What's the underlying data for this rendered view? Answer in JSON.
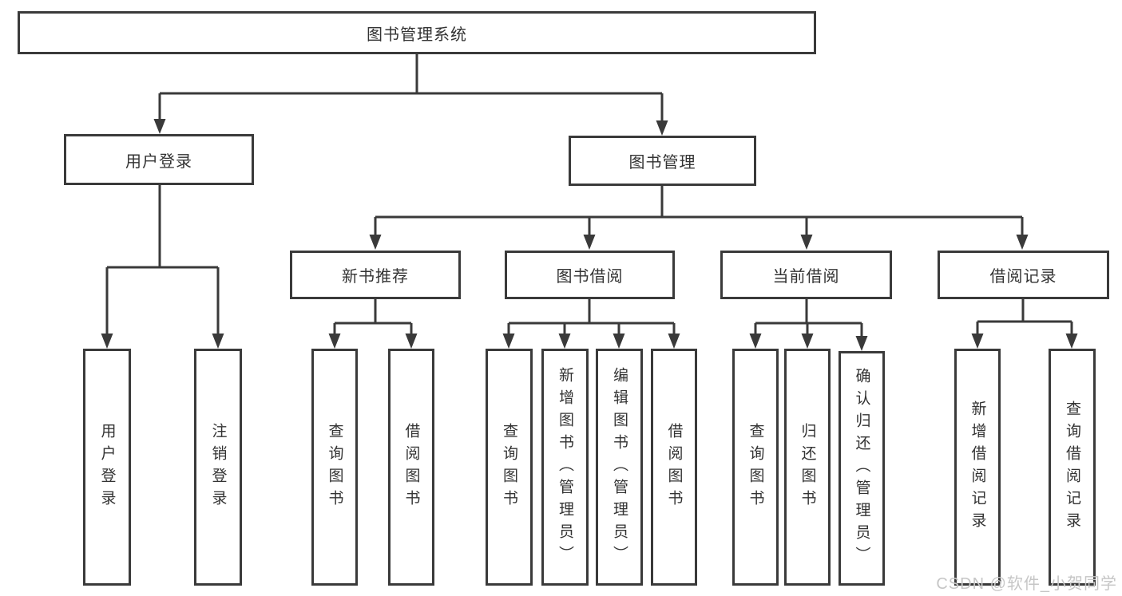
{
  "diagram": {
    "root": {
      "label": "图书管理系统"
    },
    "branches": [
      {
        "label": "用户登录",
        "children": [
          {
            "label": "用户登录"
          },
          {
            "label": "注销登录"
          }
        ]
      },
      {
        "label": "图书管理",
        "children": [
          {
            "label": "新书推荐",
            "children": [
              {
                "label": "查询图书"
              },
              {
                "label": "借阅图书"
              }
            ]
          },
          {
            "label": "图书借阅",
            "children": [
              {
                "label": "查询图书"
              },
              {
                "label": "新增图书（管理员）"
              },
              {
                "label": "编辑图书（管理员）"
              },
              {
                "label": "借阅图书"
              }
            ]
          },
          {
            "label": "当前借阅",
            "children": [
              {
                "label": "查询图书"
              },
              {
                "label": "归还图书"
              },
              {
                "label": "确认归还（管理员）"
              }
            ]
          },
          {
            "label": "借阅记录",
            "children": [
              {
                "label": "新增借阅记录"
              },
              {
                "label": "查询借阅记录"
              }
            ]
          }
        ]
      }
    ]
  },
  "watermark": {
    "text": "CSDN @软件_小贺同学"
  },
  "colors": {
    "line": "#3a3a3a",
    "text": "#333333",
    "watermark": "#c6c6c6",
    "background": "#ffffff"
  }
}
